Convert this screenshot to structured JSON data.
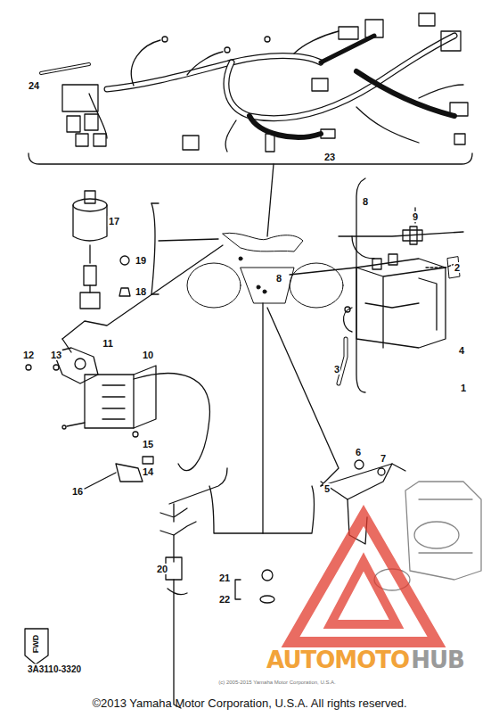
{
  "diagram": {
    "caption": "©2013 Yamaha Motor Corporation, U.S.A. All rights reserved.",
    "labels": [
      "24",
      "23",
      "8",
      "9",
      "2",
      "17",
      "19",
      "18",
      "8",
      "4",
      "1",
      "3",
      "11",
      "12",
      "13",
      "10",
      "15",
      "14",
      "16",
      "6",
      "7",
      "5",
      "20",
      "21",
      "22",
      "FWD",
      "3A3110-3320",
      "AUTOMOTO",
      "HUB",
      "(c) 2005-2015 Yamaha Motor Corporation, U.S.A."
    ]
  }
}
